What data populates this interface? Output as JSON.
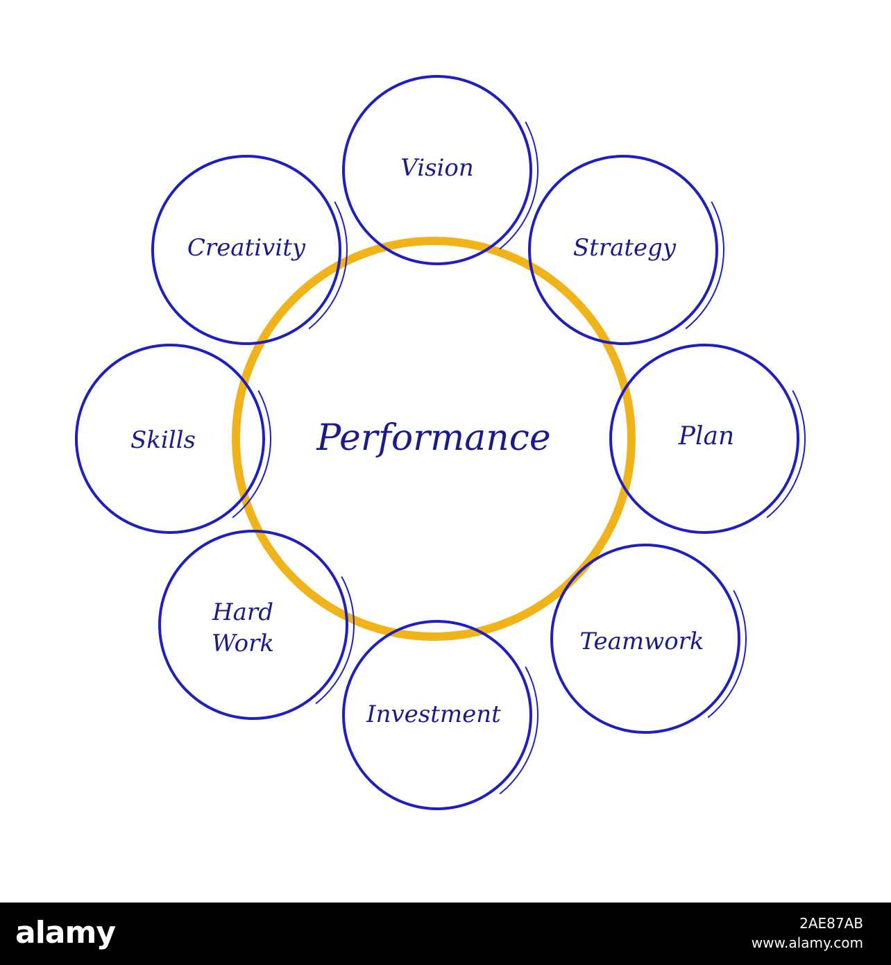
{
  "diagram": {
    "center_label": "Performance",
    "nodes": [
      {
        "id": "vision",
        "label": "Vision"
      },
      {
        "id": "strategy",
        "label": "Strategy"
      },
      {
        "id": "plan",
        "label": "Plan"
      },
      {
        "id": "teamwork",
        "label": "Teamwork"
      },
      {
        "id": "investment",
        "label": "Investment"
      },
      {
        "id": "hard-work",
        "label": "Hard Work"
      },
      {
        "id": "skills",
        "label": "Skills"
      },
      {
        "id": "creativity",
        "label": "Creativity"
      }
    ],
    "colors": {
      "node_circle": "#1f1fbf",
      "center_circle": "#f0b31a",
      "text": "#1a1a8c",
      "background": "#ffffff"
    }
  },
  "footer": {
    "logo": "alamy",
    "image_id": "2AE87AB",
    "url": "www.alamy.com"
  }
}
